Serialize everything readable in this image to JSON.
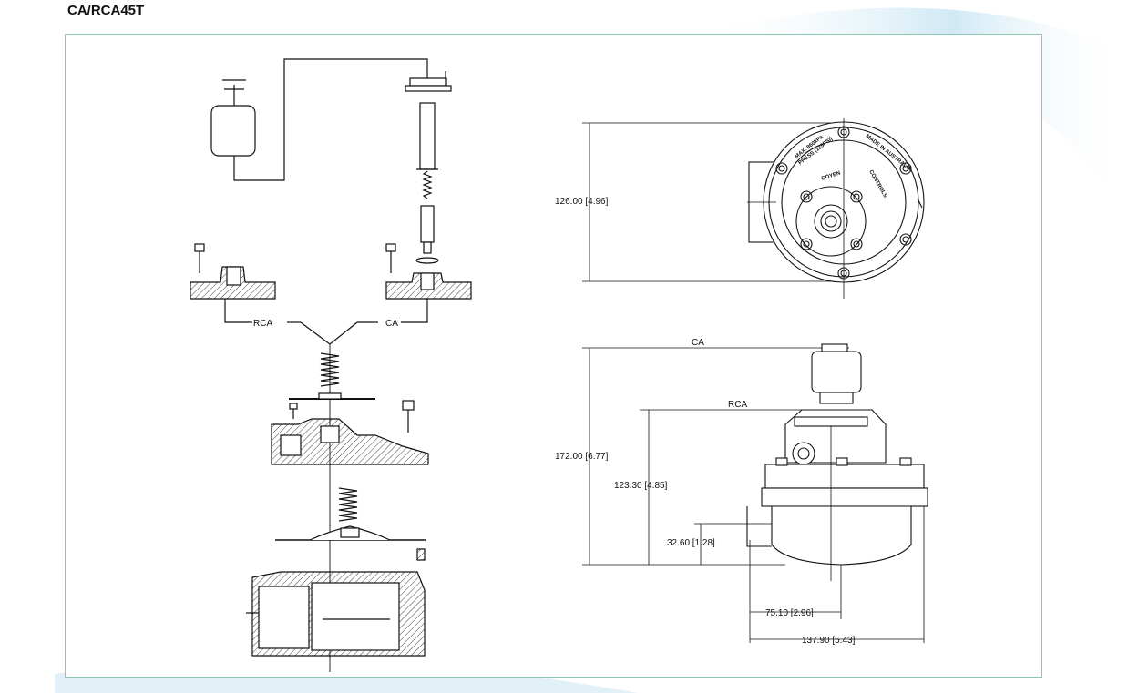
{
  "model_title": "CA/RCA45T",
  "exploded_labels": {
    "rca": "RCA",
    "ca": "CA"
  },
  "top_view": {
    "height_dimension": "126.00 [4.96]",
    "plate_text": {
      "rating": "MAX. 860kPa",
      "pressure": "PRESS (125PSI)",
      "origin": "MADE IN AUSTRALIA",
      "brand_left": "GOYEN",
      "brand_right": "CONTROLS"
    }
  },
  "side_view": {
    "ca_label": "CA",
    "rca_label": "RCA",
    "height_ca": "172.00 [6.77]",
    "height_rca": "123.30 [4.85]",
    "height_port": "32.60 [1.28]",
    "width_center": "75.10 [2.96]",
    "width_overall": "137.90 [5.43]"
  },
  "colors": {
    "frame_border": "#8fc6b2",
    "line": "#111111",
    "swoosh": "#cfe6f3"
  }
}
